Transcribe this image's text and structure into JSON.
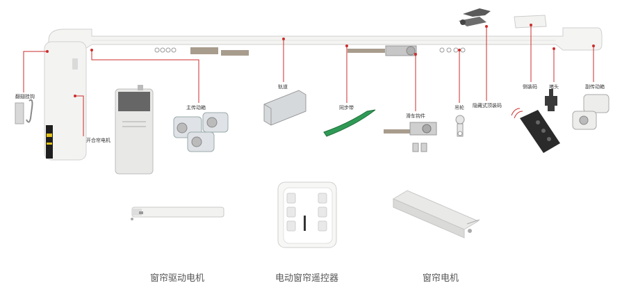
{
  "colors": {
    "callout_line": "#cc2b2b",
    "product_body": "#f2f2f0",
    "product_edge": "#c9c9c9",
    "sync_belt": "#2f9a55",
    "caption": "#555555"
  },
  "callouts": {
    "hook": "翻翅挂钩",
    "motor": "开合帘电机",
    "main_drive": "主传动箱",
    "track": "轨道",
    "belt": "同步带",
    "pulley": "滑车钩件",
    "hanger": "吊轮",
    "bracket": "隐藏式顶装码",
    "cover": "侧装码",
    "end_cap": "堵头",
    "end_drive": "副传动箱"
  },
  "captions": {
    "tubular_motor": "窗帘驱动电机",
    "wall_switch": "电动窗帘遥控器",
    "curtain_motor": "窗帘电机"
  }
}
